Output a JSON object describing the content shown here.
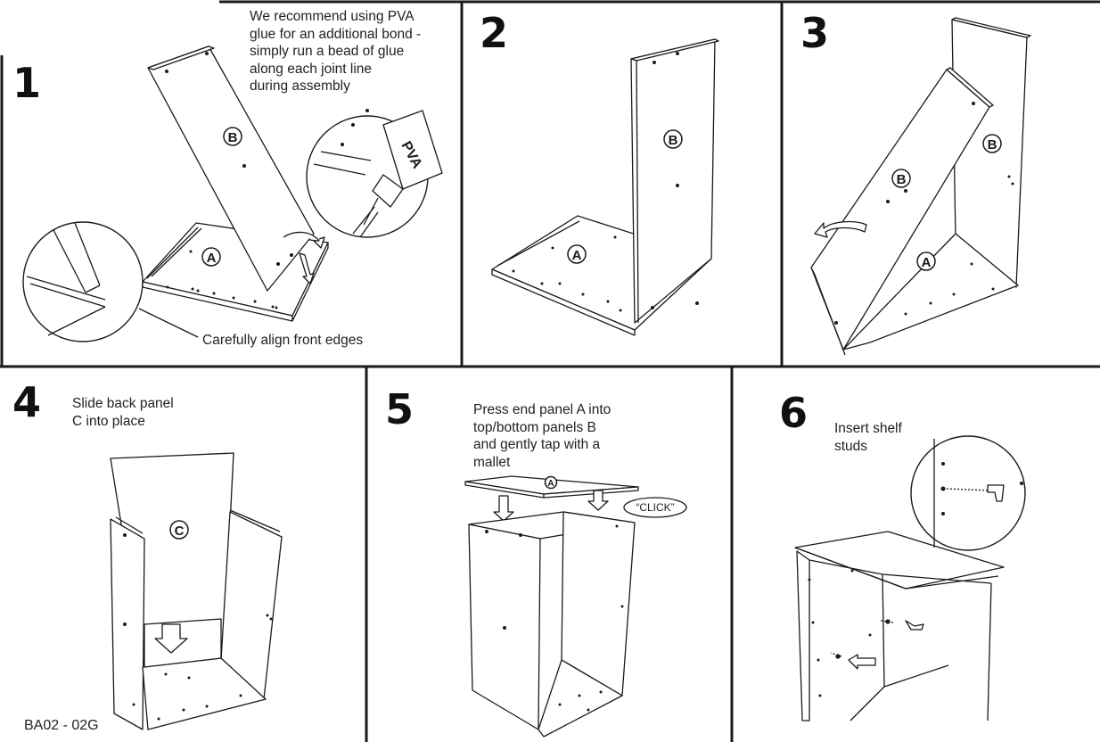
{
  "steps": [
    {
      "number": "1",
      "caption": "We recommend using PVA\nglue for an additional bond -\nsimply run a bead of glue\nalong each joint line\nduring assembly",
      "note": "Carefully align front edges",
      "glue_label": "PVA"
    },
    {
      "number": "2"
    },
    {
      "number": "3"
    },
    {
      "number": "4",
      "caption": "Slide back panel\nC into place"
    },
    {
      "number": "5",
      "caption": "Press end panel A into\ntop/bottom panels B\nand gently tap with a\nmallet",
      "sound_label": "“CLICK”"
    },
    {
      "number": "6",
      "caption": "Insert shelf\nstuds"
    }
  ],
  "panel_labels": {
    "a": "A",
    "b": "B",
    "c": "C"
  },
  "document_code": "BA02 - 02G",
  "colors": {
    "line": "#1a1a1a",
    "background": "#ffffff"
  }
}
